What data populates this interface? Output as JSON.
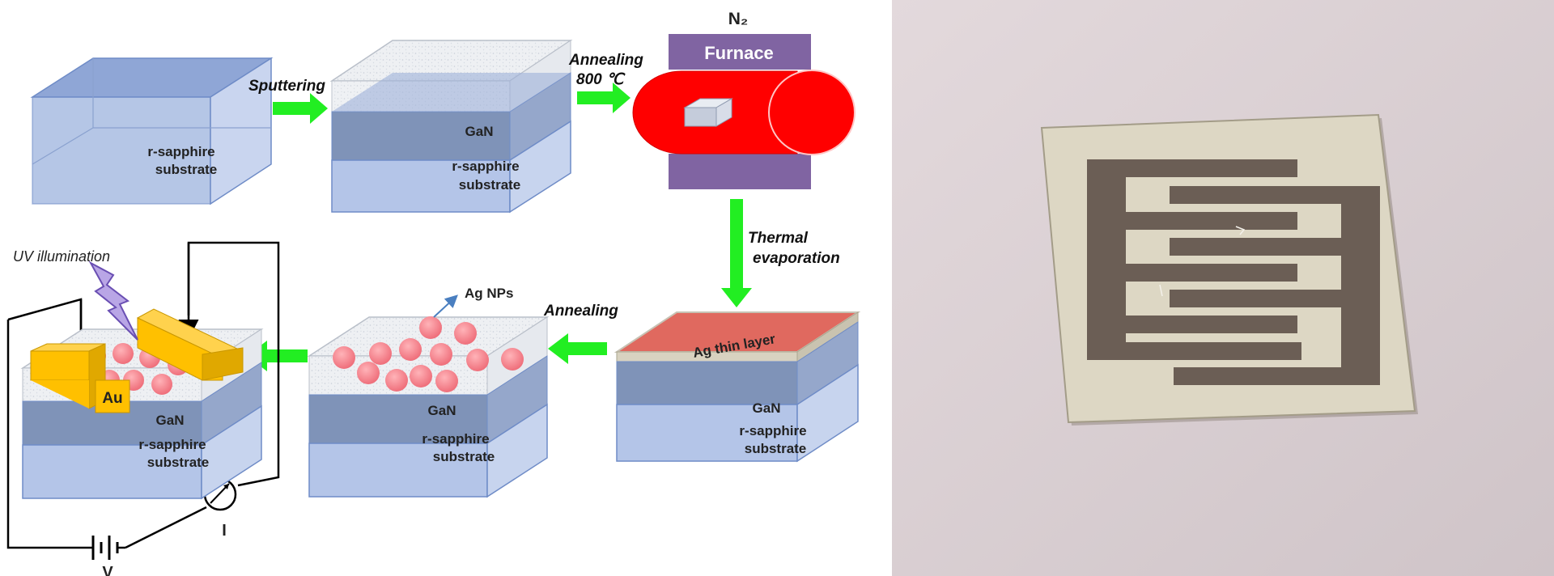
{
  "labels": {
    "substrate_line1": "r-sapphire",
    "substrate_line2": "substrate",
    "gan": "GaN",
    "sputtering": "Sputtering",
    "annealing_hot_line1": "Annealing",
    "annealing_hot_line2": "800 ℃",
    "n2": "N₂",
    "furnace": "Furnace",
    "thermal_line1": "Thermal",
    "thermal_line2": "evaporation",
    "ag_layer": "Ag thin layer",
    "annealing": "Annealing",
    "ag_nps": "Ag NPs",
    "uv": "UV illumination",
    "au": "Au",
    "voltage": "V",
    "current": "I"
  },
  "colors": {
    "substrate_side": "#a9bde0",
    "substrate_front": "#c6d3ee",
    "substrate_top": "#8ea5d4",
    "gan_front": "#7f93b8",
    "gan_top": "#e8ecf2",
    "arrow": "#22ee22",
    "furnace_red": "#ff0000",
    "furnace_purple": "#8064a2",
    "ag_layer": "#e0695f",
    "nanoparticle": "#f47d86",
    "electrode": "#ffc000",
    "photo_bg": "#dacfd3",
    "chip_ceramic": "#ddd7c4",
    "chip_metal": "#6b5e55"
  }
}
